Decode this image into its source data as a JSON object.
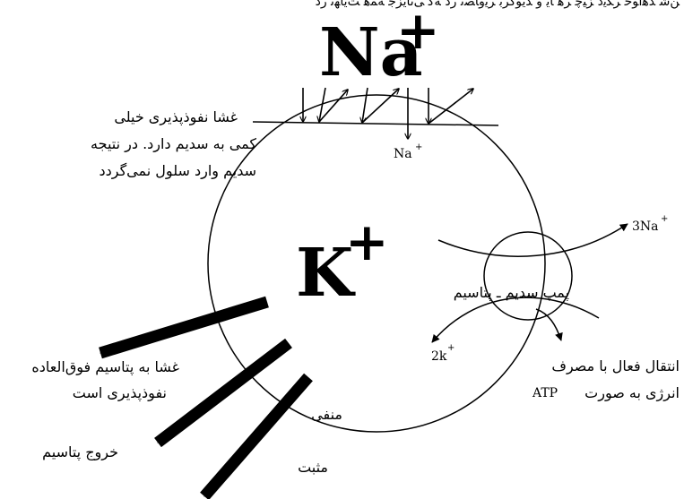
{
  "top_text": "ﻦﺷ ﺪﻫاﻮﺧ ﺮﮕﯾد ﺰﯿﭼ ﺮﻫ ﺎﯾ و ﺪﯾﻮﮔﺮﺑ ﺮﯾوﺎﺼﺗ رد ﻪﮐ ﯽﺗﺎﯾﺰﺟ ﻪﻤﻫ ﺖﯾﺎﻬﻧ رد",
  "ions": {
    "na_big": "Na",
    "na_big_charge": "+",
    "k_big": "K",
    "k_big_charge": "+",
    "na_small": "Na",
    "na_small_charge": "+",
    "na3": "3Na",
    "na3_charge": "+",
    "k2": "2k",
    "k2_charge": "+"
  },
  "labels": {
    "membrane_line1": "غشا نفوذپذیری خیلی",
    "membrane_line2": "کمی به سدیم دارد. در نتیجه",
    "membrane_line3": "سدیم وارد سلول نمی‌گردد",
    "pump": "پمپ سدیم ـ پتاسیم",
    "active_line1": "انتقال فعال با مصرف",
    "active_line2": "انرژی به صورت",
    "atp": "ATP",
    "k_perm_line1": "غشا به پتاسیم فوق‌العاده",
    "k_perm_line2": "نفوذپذیری است",
    "k_exit": "خروج پتاسیم",
    "negative": "منفی",
    "positive": "مثبت"
  }
}
